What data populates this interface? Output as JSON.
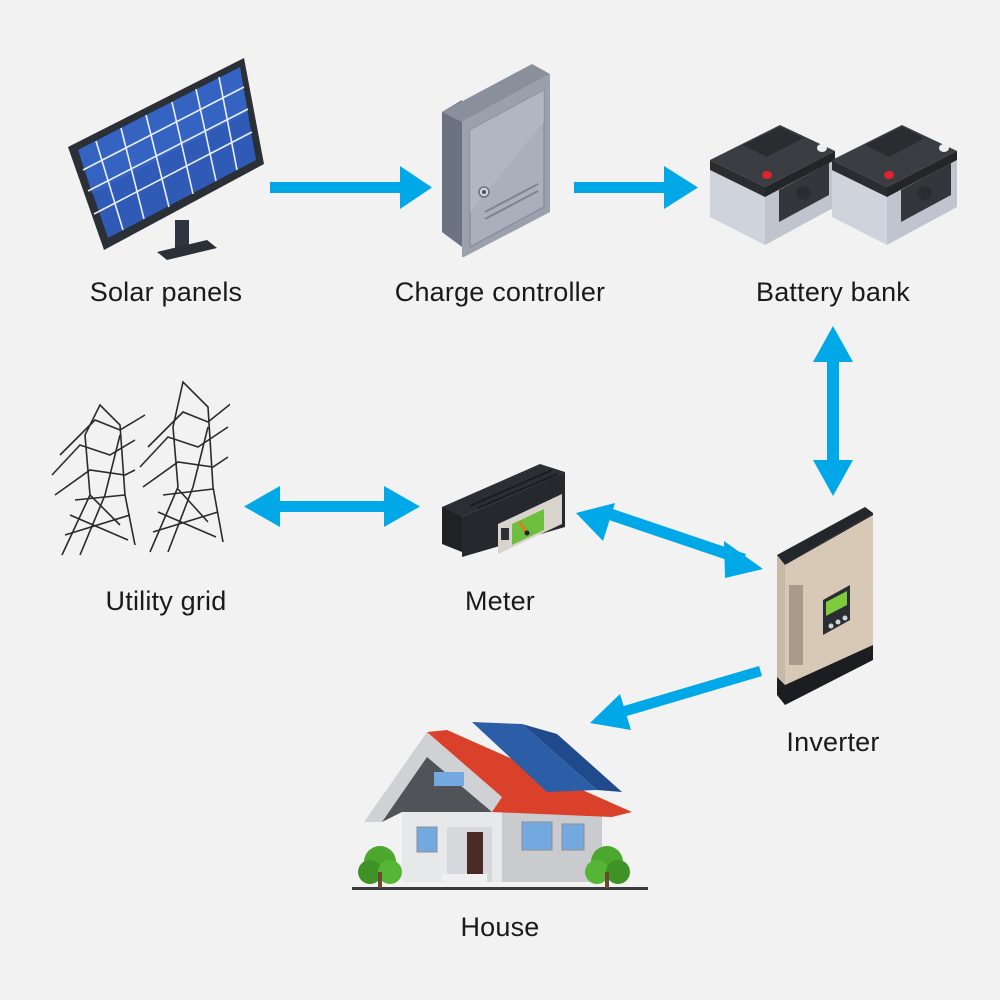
{
  "diagram": {
    "title": "Hybrid solar power system",
    "arrow_color": "#00a8e8",
    "background": "#f2f2f2",
    "nodes": [
      {
        "id": "solar",
        "label": "Solar panels",
        "icon": "solar-panel-icon"
      },
      {
        "id": "controller",
        "label": "Charge controller",
        "icon": "charge-controller-icon"
      },
      {
        "id": "battery",
        "label": "Battery bank",
        "icon": "battery-bank-icon"
      },
      {
        "id": "grid",
        "label": "Utility grid",
        "icon": "utility-grid-icon"
      },
      {
        "id": "meter",
        "label": "Meter",
        "icon": "meter-icon"
      },
      {
        "id": "inverter",
        "label": "Inverter",
        "icon": "inverter-icon"
      },
      {
        "id": "house",
        "label": "House",
        "icon": "house-icon"
      }
    ],
    "edges": [
      {
        "from": "solar",
        "to": "controller",
        "direction": "one-way"
      },
      {
        "from": "controller",
        "to": "battery",
        "direction": "one-way"
      },
      {
        "from": "battery",
        "to": "inverter",
        "direction": "two-way"
      },
      {
        "from": "grid",
        "to": "meter",
        "direction": "two-way"
      },
      {
        "from": "meter",
        "to": "inverter",
        "direction": "two-way"
      },
      {
        "from": "inverter",
        "to": "house",
        "direction": "one-way"
      }
    ]
  }
}
